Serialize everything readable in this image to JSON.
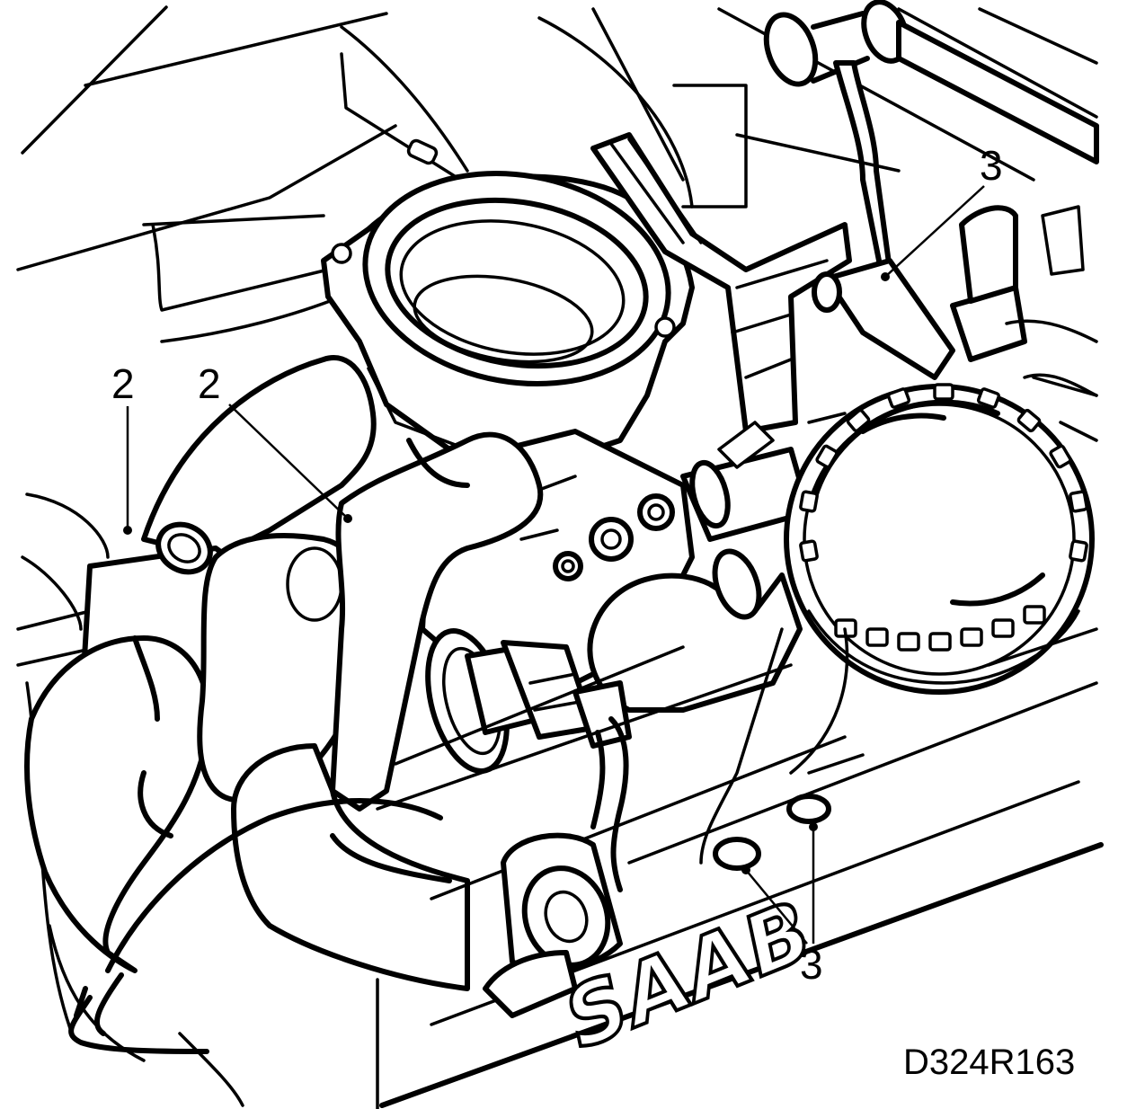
{
  "diagram": {
    "callouts": [
      {
        "id": "c2a",
        "label": "2"
      },
      {
        "id": "c2b",
        "label": "2"
      },
      {
        "id": "c3a",
        "label": "3"
      },
      {
        "id": "c3b",
        "label": "3"
      }
    ],
    "brand_text": "SAAB",
    "figure_code": "D324R163"
  }
}
